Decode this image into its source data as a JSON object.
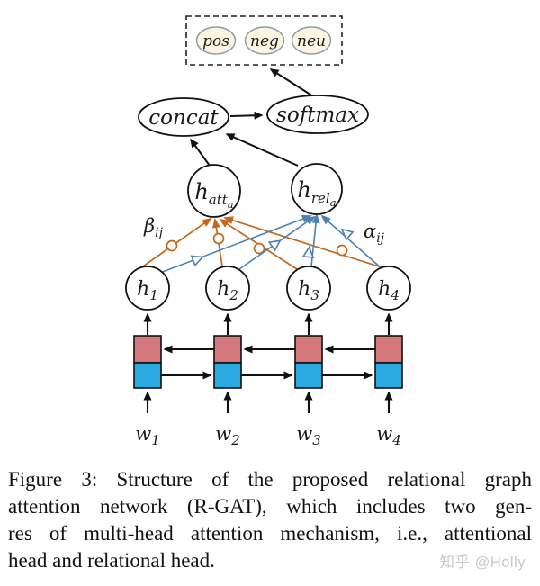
{
  "diagram": {
    "outputs": [
      {
        "label": "pos"
      },
      {
        "label": "neg"
      },
      {
        "label": "neu"
      }
    ],
    "concat_label": "concat",
    "softmax_label": "softmax",
    "att_head": {
      "base": "h",
      "sub": "att",
      "subsub": "a"
    },
    "rel_head": {
      "base": "h",
      "sub": "rel",
      "subsub": "a"
    },
    "beta_label": {
      "base": "β",
      "sub": "ij"
    },
    "alpha_label": {
      "base": "α",
      "sub": "ij"
    },
    "hidden": [
      {
        "base": "h",
        "sub": "1"
      },
      {
        "base": "h",
        "sub": "2"
      },
      {
        "base": "h",
        "sub": "3"
      },
      {
        "base": "h",
        "sub": "4"
      }
    ],
    "inputs": [
      {
        "base": "w",
        "sub": "1"
      },
      {
        "base": "w",
        "sub": "2"
      },
      {
        "base": "w",
        "sub": "3"
      },
      {
        "base": "w",
        "sub": "4"
      }
    ],
    "colors": {
      "attention_edge": "#c4661c",
      "relation_edge": "#4d80b3",
      "backward_cell_fill": "#d5797d",
      "forward_cell_fill": "#29abe2",
      "output_node_fill": "#fbf5e1",
      "output_node_stroke": "#8b9caa",
      "line_black": "#111111",
      "watermark": "#c7c7c7"
    }
  },
  "caption": {
    "lines": [
      "Figure 3:  Structure of the proposed relational graph",
      "attention network (R-GAT), which includes two gen-",
      "res of multi-head attention mechanism, i.e., attentional",
      "head and relational head."
    ]
  },
  "watermark": "知乎 @Holly"
}
